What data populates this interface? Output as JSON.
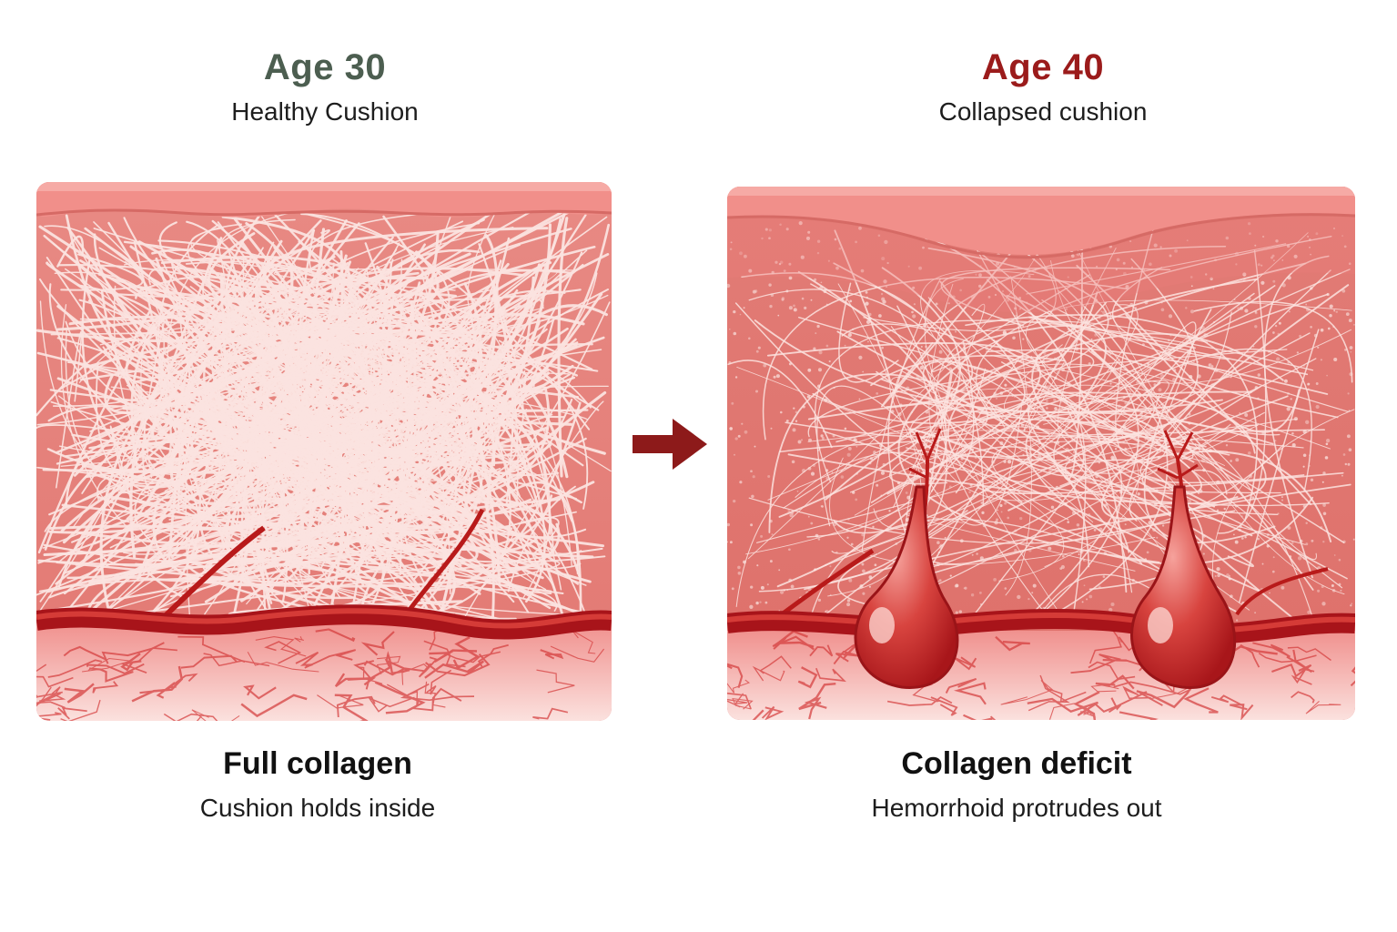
{
  "left": {
    "age": "Age 30",
    "state": "Healthy Cushion",
    "caption_title": "Full collagen",
    "caption_sub": "Cushion holds inside",
    "age_color": "#4c5e50"
  },
  "right": {
    "age": "Age 40",
    "state": "Collapsed cushion",
    "caption_title": "Collagen deficit",
    "caption_sub": "Hemorrhoid protrudes out",
    "age_color": "#9b1b1b"
  },
  "colors": {
    "tissue": "#e98a84",
    "tissue_dark": "#d86a64",
    "fiber": "#fbe3df",
    "vessel": "#c01f1f",
    "mucosa": "#f07c78",
    "arrow": "#8d1a1a"
  },
  "icons": {
    "transition": "arrow-right-icon"
  }
}
